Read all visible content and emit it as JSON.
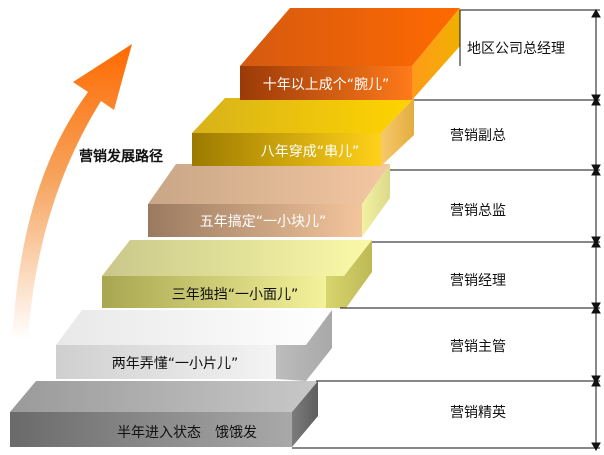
{
  "diagram": {
    "path_label": "营销发展路径",
    "steps": [
      {
        "text": "半年进入状态　饿饿发",
        "role": "营销精英"
      },
      {
        "text": "两年弄懂“一小片儿”",
        "role": "营销主管"
      },
      {
        "text": "三年独挡“一小面儿”",
        "role": "营销经理"
      },
      {
        "text": "五年搞定“一小块儿”",
        "role": "营销总监"
      },
      {
        "text": "八年穿成“串儿”",
        "role": "营销副总"
      },
      {
        "text": "十年以上成个“腕儿”",
        "role": "地区公司总经理"
      }
    ]
  }
}
